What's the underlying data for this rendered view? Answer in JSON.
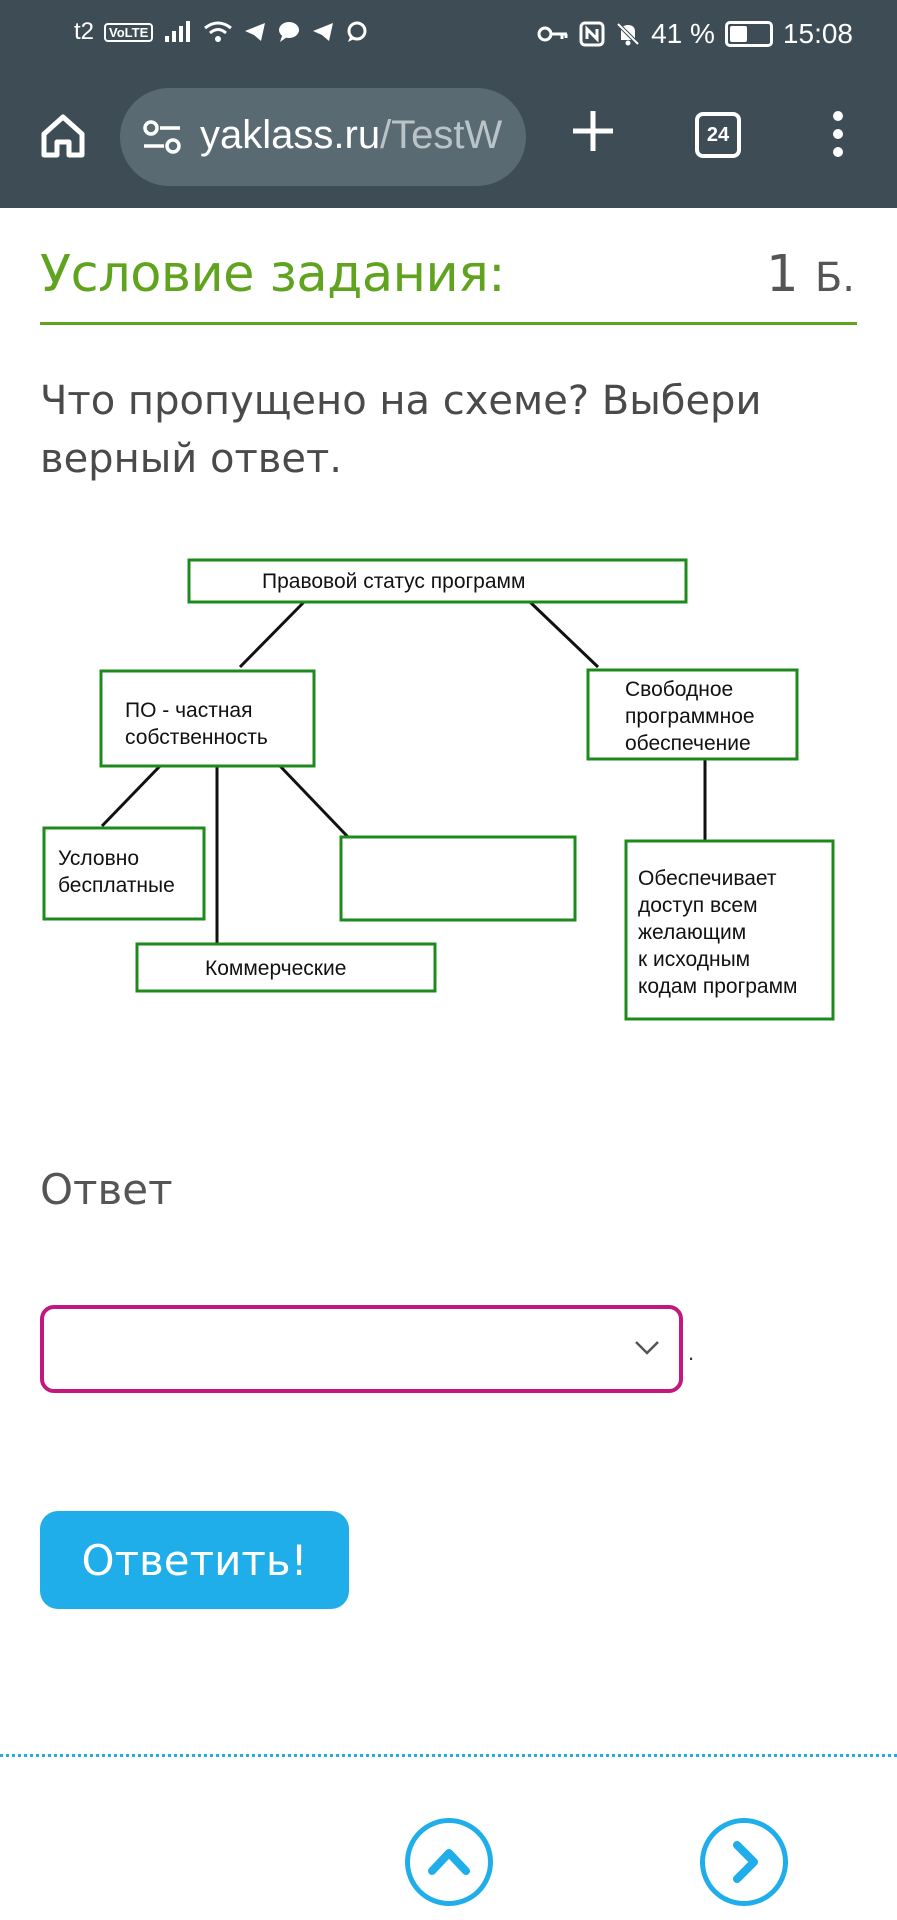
{
  "status_bar": {
    "carrier": "t2",
    "volte": "VoLTE",
    "battery_text": "41 %",
    "battery_level": 0.41,
    "time": "15:08"
  },
  "browser": {
    "url_host": "yaklass.ru",
    "url_path": "/TestW",
    "tab_count": "24"
  },
  "task": {
    "title": "Условие задания:",
    "points": "1",
    "points_unit": "Б.",
    "question": "Что пропущено на схеме? Выбери верный ответ."
  },
  "diagram": {
    "root": "Правовой статус программ",
    "private_line1": "ПО - частная",
    "private_line2": "собственность",
    "free_line1": "Свободное",
    "free_line2": "программное",
    "free_line3": "обеспечение",
    "shareware_line1": "Условно",
    "shareware_line2": "бесплатные",
    "commercial": "Коммерческие",
    "missing": "",
    "free_desc_line1": "Обеспечивает",
    "free_desc_line2": "доступ всем",
    "free_desc_line3": "желающим",
    "free_desc_line4": "к исходным",
    "free_desc_line5": "кодам программ"
  },
  "answer": {
    "label": "Ответ",
    "selected_value": "",
    "trailing": ".",
    "submit_label": "Ответить!"
  },
  "colors": {
    "chrome": "#3e4d55",
    "accent_green": "#5fa31e",
    "box_green": "#1e8a1e",
    "select_border": "#c2177f",
    "button_blue": "#1faee9"
  }
}
